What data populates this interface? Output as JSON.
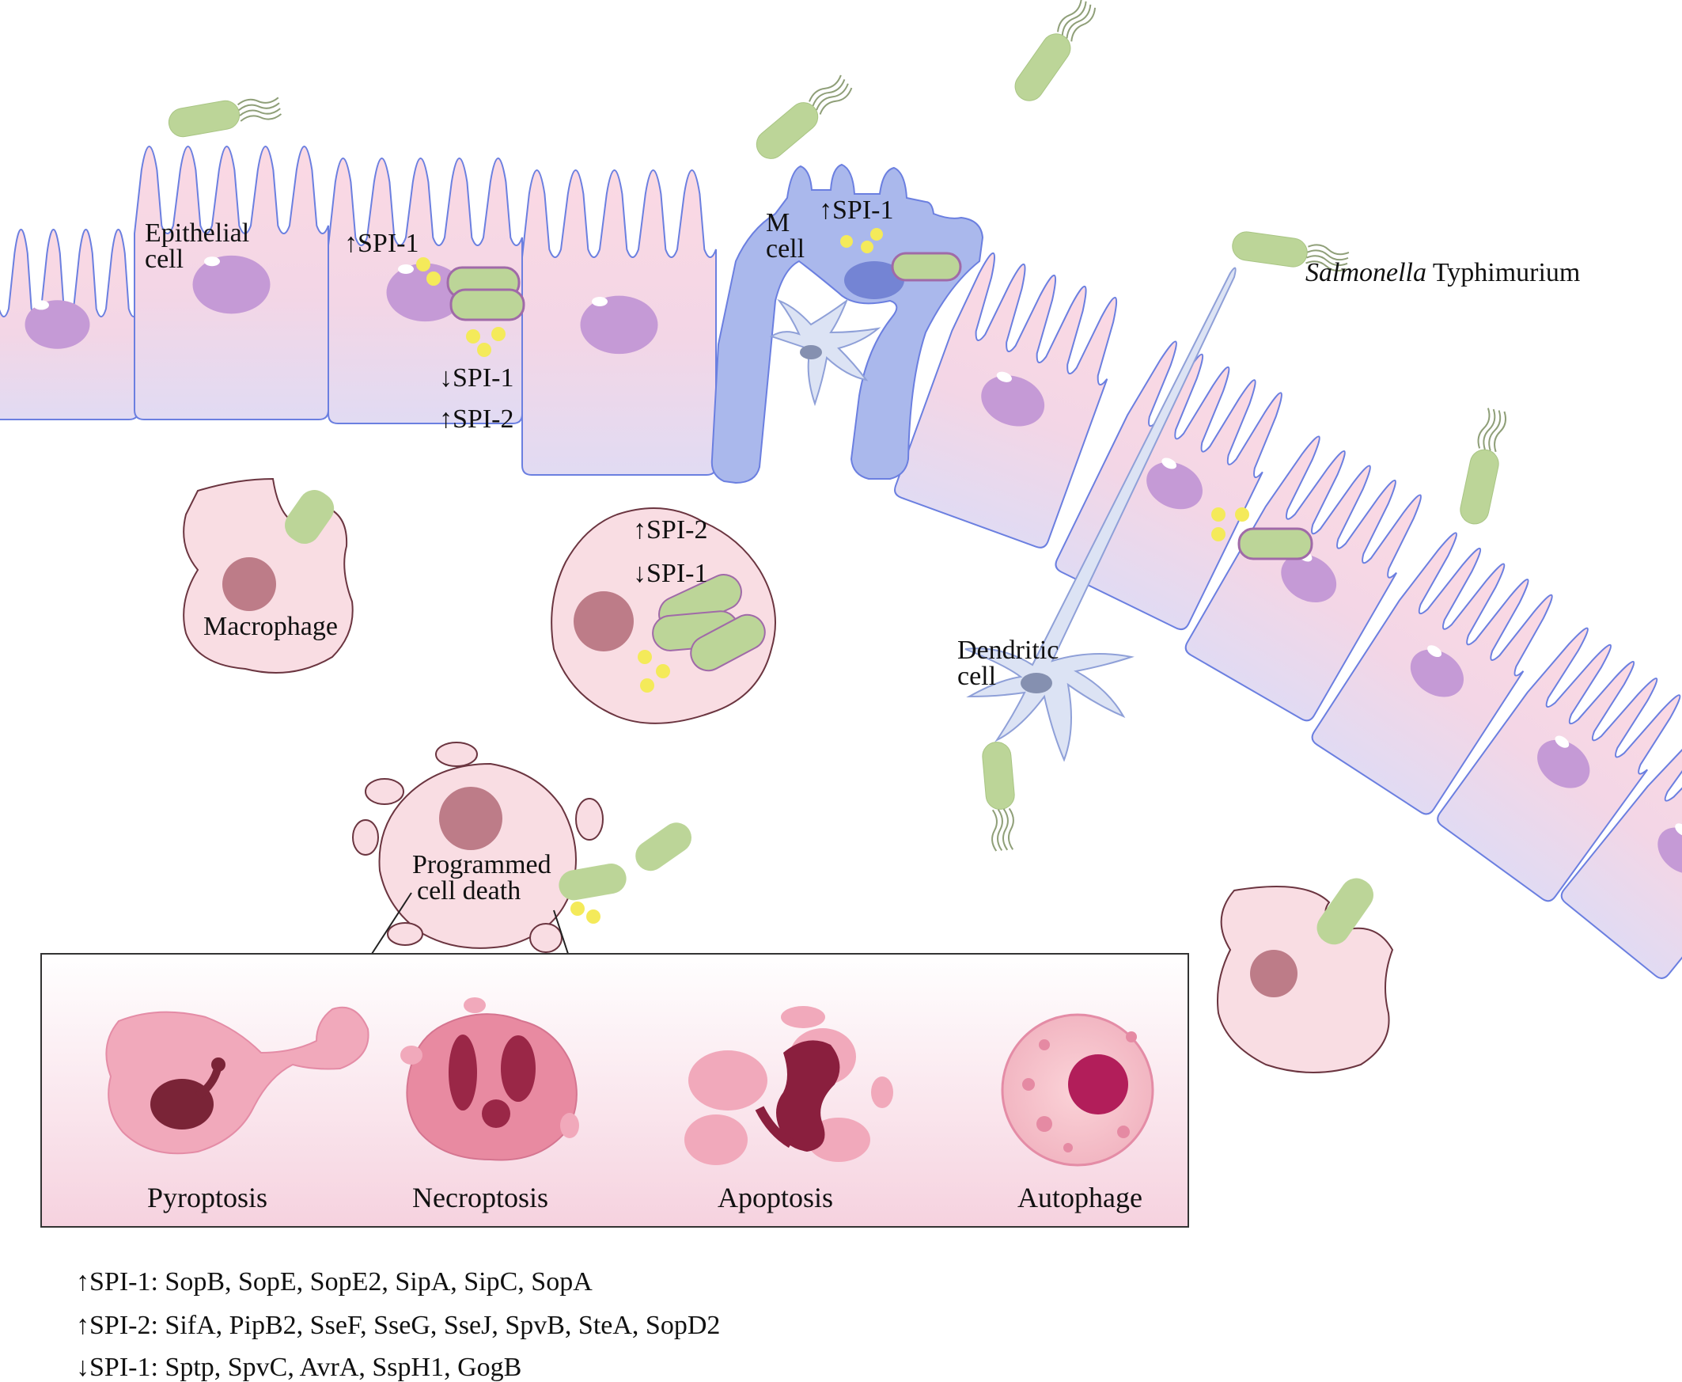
{
  "labels": {
    "epithelial_cell": [
      "Epithelial",
      "cell"
    ],
    "m_cell": [
      "M",
      "cell"
    ],
    "salmonella_italic": "Salmonella",
    "salmonella_rest": " Typhimurium",
    "macrophage": "Macrophage",
    "dendritic_cell": [
      "Dendritic",
      "cell"
    ],
    "programmed_cell_death": [
      "Programmed",
      "cell death"
    ]
  },
  "annotations": {
    "epi_up_spi1": "↑SPI-1",
    "epi_down_spi1": "↓SPI-1",
    "epi_up_spi2": "↑SPI-2",
    "m_up_spi1": "↑SPI-1",
    "mac_up_spi2": "↑SPI-2",
    "mac_down_spi1": "↓SPI-1"
  },
  "death_types": [
    "Pyroptosis",
    "Necroptosis",
    "Apoptosis",
    "Autophage"
  ],
  "legend": [
    "↑SPI-1: SopB, SopE, SopE2, SipA, SipC, SopA",
    "↑SPI-2: SifA, PipB2, SseF, SseG, SseJ, SpvB, SteA, SopD2",
    "↓SPI-1: Sptp, SpvC, AvrA, SspH1, GogB"
  ],
  "colors": {
    "cell_pink": "#f7d3df",
    "cell_lavender": "#e3dcf4",
    "nucleus": "#c59ad6",
    "m_cell": "#aab8ec",
    "bacterium": "#bcd598",
    "effector": "#f4ea5a",
    "outline": "#6b7fe0"
  }
}
